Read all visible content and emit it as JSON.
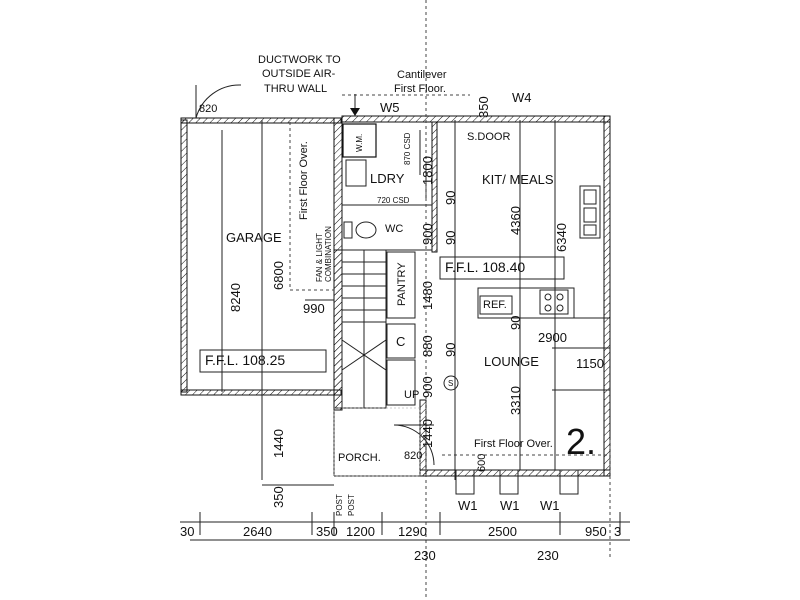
{
  "rooms": {
    "garage": "GARAGE",
    "laundry": "LDRY",
    "wc": "WC",
    "kitchen": "KIT/ MEALS",
    "pantry": "PANTRY",
    "lounge": "LOUNGE",
    "porch": "PORCH.",
    "ref": "REF.",
    "cupboard": "C",
    "washing_machine": "W.M.",
    "stair_up": "UP",
    "smoke": "S"
  },
  "notes": {
    "ductwork": [
      "DUCTWORK TO",
      "OUTSIDE AIR-",
      "THRU WALL"
    ],
    "cantilever": [
      "Cantilever",
      "First Floor."
    ],
    "first_floor_over_left": "First Floor Over.",
    "first_floor_over_bottom": "First Floor Over.",
    "fan_light": [
      "FAN & LIGHT",
      "COMBINATION"
    ],
    "sdoor": "S.DOOR",
    "csd_870": "870 CSD",
    "csd_720": "720 CSD",
    "post_1": "POST",
    "post_2": "POST",
    "sheet_number": "2."
  },
  "levels": {
    "garage_ffl": "F.F.L. 108.25",
    "main_ffl": "F.F.L. 108.40"
  },
  "windows": {
    "w5": "W5",
    "w4": "W4",
    "w1a": "W1",
    "w1b": "W1",
    "w1c": "W1"
  },
  "dims": {
    "d820_top": "820",
    "d350_top": "350",
    "d1800": "1800",
    "d4360": "4360",
    "d6340": "6340",
    "d8240": "8240",
    "d6800": "6800",
    "d990": "990",
    "d900a": "900",
    "d90a": "90",
    "d90b": "90",
    "d1480": "1480",
    "d880": "880",
    "d90c": "90",
    "d900b": "900",
    "d90d": "90",
    "d2900": "2900",
    "d1150": "1150",
    "d3310": "3310",
    "d1440a": "1440",
    "d1440b": "1440",
    "d350b": "350",
    "d820_porch": "820",
    "d600": "600",
    "b30": "30",
    "b2640": "2640",
    "b350": "350",
    "b1200": "1200",
    "b1290": "1290",
    "b2500": "2500",
    "b950": "950",
    "b3": "3",
    "b230a": "230",
    "b230b": "230"
  }
}
